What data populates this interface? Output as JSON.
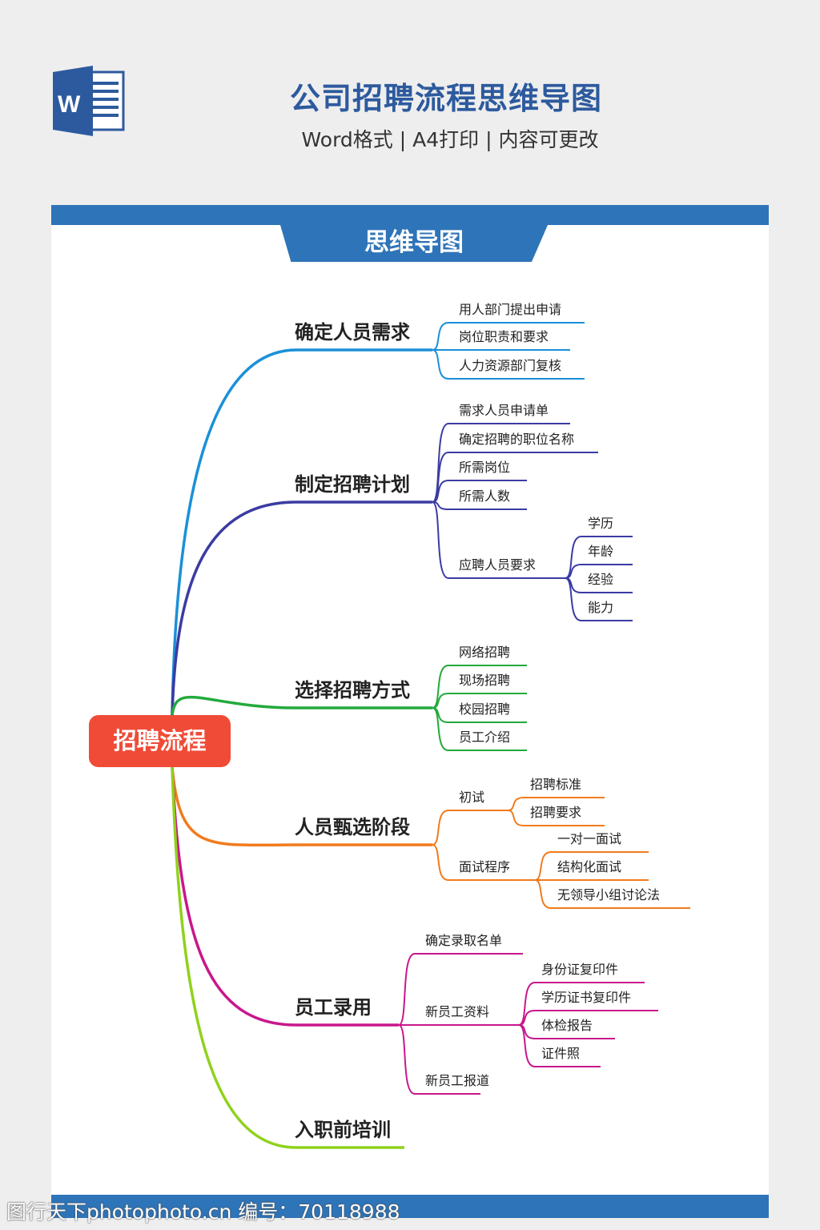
{
  "header": {
    "title": "公司招聘流程思维导图",
    "subtitle": "Word格式 | A4打印 | 内容可更改",
    "icon": "word-document-icon"
  },
  "card": {
    "tab_label": "思维导图"
  },
  "watermark": "图行天下photophoto.cn 编号：70118988",
  "colors": {
    "brand": "#2e74b8",
    "central": "#f04b37"
  },
  "mindmap": {
    "root": "招聘流程",
    "branches": [
      {
        "label": "确定人员需求",
        "color": "#1b90d8",
        "children": [
          {
            "label": "用人部门提出申请"
          },
          {
            "label": "岗位职责和要求"
          },
          {
            "label": "人力资源部门复核"
          }
        ]
      },
      {
        "label": "制定招聘计划",
        "color": "#3b3ba3",
        "children": [
          {
            "label": "需求人员申请单"
          },
          {
            "label": "确定招聘的职位名称"
          },
          {
            "label": "所需岗位"
          },
          {
            "label": "所需人数"
          },
          {
            "label": "应聘人员要求",
            "children": [
              {
                "label": "学历"
              },
              {
                "label": "年龄"
              },
              {
                "label": "经验"
              },
              {
                "label": "能力"
              }
            ]
          }
        ]
      },
      {
        "label": "选择招聘方式",
        "color": "#22aa3c",
        "children": [
          {
            "label": "网络招聘"
          },
          {
            "label": "现场招聘"
          },
          {
            "label": "校园招聘"
          },
          {
            "label": "员工介绍"
          }
        ]
      },
      {
        "label": "人员甄选阶段",
        "color": "#f27b1c",
        "children": [
          {
            "label": "初试",
            "children": [
              {
                "label": "招聘标准"
              },
              {
                "label": "招聘要求"
              }
            ]
          },
          {
            "label": "面试程序",
            "children": [
              {
                "label": "一对一面试"
              },
              {
                "label": "结构化面试"
              },
              {
                "label": "无领导小组讨论法"
              }
            ]
          }
        ]
      },
      {
        "label": "员工录用",
        "color": "#c8178c",
        "children": [
          {
            "label": "确定录取名单"
          },
          {
            "label": "新员工资料",
            "children": [
              {
                "label": "身份证复印件"
              },
              {
                "label": "学历证书复印件"
              },
              {
                "label": "体检报告"
              },
              {
                "label": "证件照"
              }
            ]
          },
          {
            "label": "新员工报道"
          }
        ]
      },
      {
        "label": "入职前培训",
        "color": "#8fd21c",
        "children": []
      }
    ]
  }
}
